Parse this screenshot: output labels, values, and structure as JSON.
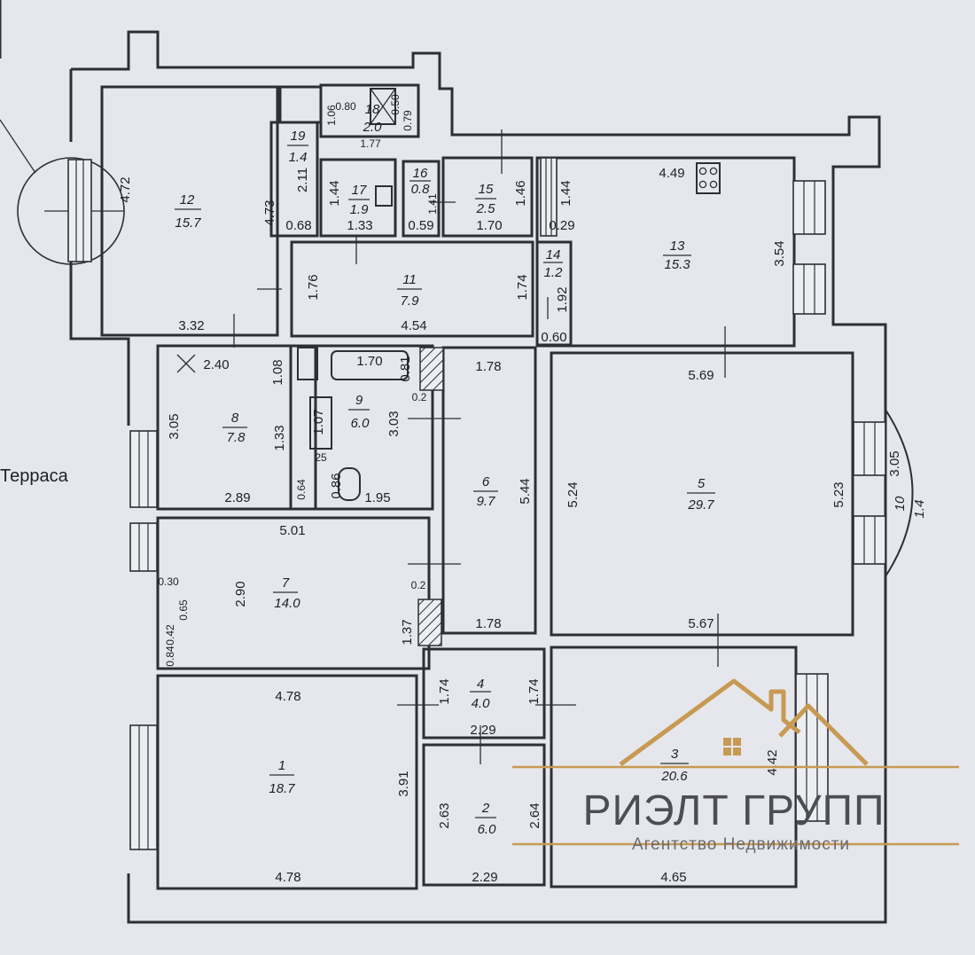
{
  "terrace_label": "Терраса",
  "logo": {
    "name": "РИЭЛТ ГРУПП",
    "tagline": "Агентство Недвижимости",
    "accent_color": "#c79a54"
  },
  "rooms": [
    {
      "id": "r1",
      "num": "1",
      "area": "18.7"
    },
    {
      "id": "r2",
      "num": "2",
      "area": "6.0"
    },
    {
      "id": "r3",
      "num": "3",
      "area": "20.6"
    },
    {
      "id": "r4",
      "num": "4",
      "area": "4.0"
    },
    {
      "id": "r5",
      "num": "5",
      "area": "29.7"
    },
    {
      "id": "r6",
      "num": "6",
      "area": "9.7"
    },
    {
      "id": "r7",
      "num": "7",
      "area": "14.0"
    },
    {
      "id": "r8",
      "num": "8",
      "area": "7.8"
    },
    {
      "id": "r9",
      "num": "9",
      "area": "6.0"
    },
    {
      "id": "r10",
      "num": "10",
      "area": "1.4"
    },
    {
      "id": "r11",
      "num": "11",
      "area": "7.9"
    },
    {
      "id": "r12",
      "num": "12",
      "area": "15.7"
    },
    {
      "id": "r13",
      "num": "13",
      "area": "15.3"
    },
    {
      "id": "r14",
      "num": "14",
      "area": "1.2"
    },
    {
      "id": "r15",
      "num": "15",
      "area": "2.5"
    },
    {
      "id": "r16",
      "num": "16",
      "area": "0.8"
    },
    {
      "id": "r17",
      "num": "17",
      "area": "1.9"
    },
    {
      "id": "r18",
      "num": "18",
      "area": "2.0"
    },
    {
      "id": "r19",
      "num": "19",
      "area": "1.4"
    }
  ],
  "dimensions": {
    "d_4_72": "4.72",
    "d_4_73": "4.73",
    "d_2_11": "2.11",
    "d_0_68": "0.68",
    "d_3_32": "3.32",
    "d_2_40": "2.40",
    "d_1_06": "1.06",
    "d_0_80": "0.80",
    "d_0_50": "0.50",
    "d_0_79": "0.79",
    "d_1_77": "1.77",
    "d_1_44a": "1.44",
    "d_1_33a": "1.33",
    "d_0_59": "0.59",
    "d_1_41": "1.41",
    "d_1_46": "1.46",
    "d_1_70a": "1.70",
    "d_1_44b": "1.44",
    "d_0_29": "0.29",
    "d_4_49": "4.49",
    "d_3_54": "3.54",
    "d_1_76": "1.76",
    "d_4_54": "4.54",
    "d_1_74a": "1.74",
    "d_1_92": "1.92",
    "d_0_60": "0.60",
    "d_1_08": "1.08",
    "d_1_70b": "1.70",
    "d_0_81": "0.81",
    "d_0_2a": "0.2",
    "d_1_78a": "1.78",
    "d_5_69": "5.69",
    "d_3_05a": "3.05",
    "d_1_33b": "1.33",
    "d_1_07": "1.07",
    "d_3_03": "3.03",
    "d_25": "25",
    "d_0_64": "0.64",
    "d_0_86": "0.86",
    "d_1_95": "1.95",
    "d_2_89": "2.89",
    "d_5_44": "5.44",
    "d_5_24": "5.24",
    "d_5_23": "5.23",
    "d_3_05b": "3.05",
    "d_5_01": "5.01",
    "d_0_30": "0.30",
    "d_0_65": "0.65",
    "d_0_42": "0.42",
    "d_0_84": "0.84",
    "d_2_90": "2.90",
    "d_0_2b": "0.2",
    "d_1_37": "1.37",
    "d_1_78b": "1.78",
    "d_5_67": "5.67",
    "d_4_78a": "4.78",
    "d_1_74b": "1.74",
    "d_1_74c": "1.74",
    "d_2_29a": "2.29",
    "d_4_42": "4.42",
    "d_3_91": "3.91",
    "d_2_63": "2.63",
    "d_2_64": "2.64",
    "d_4_78b": "4.78",
    "d_2_29b": "2.29",
    "d_4_65": "4.65"
  }
}
